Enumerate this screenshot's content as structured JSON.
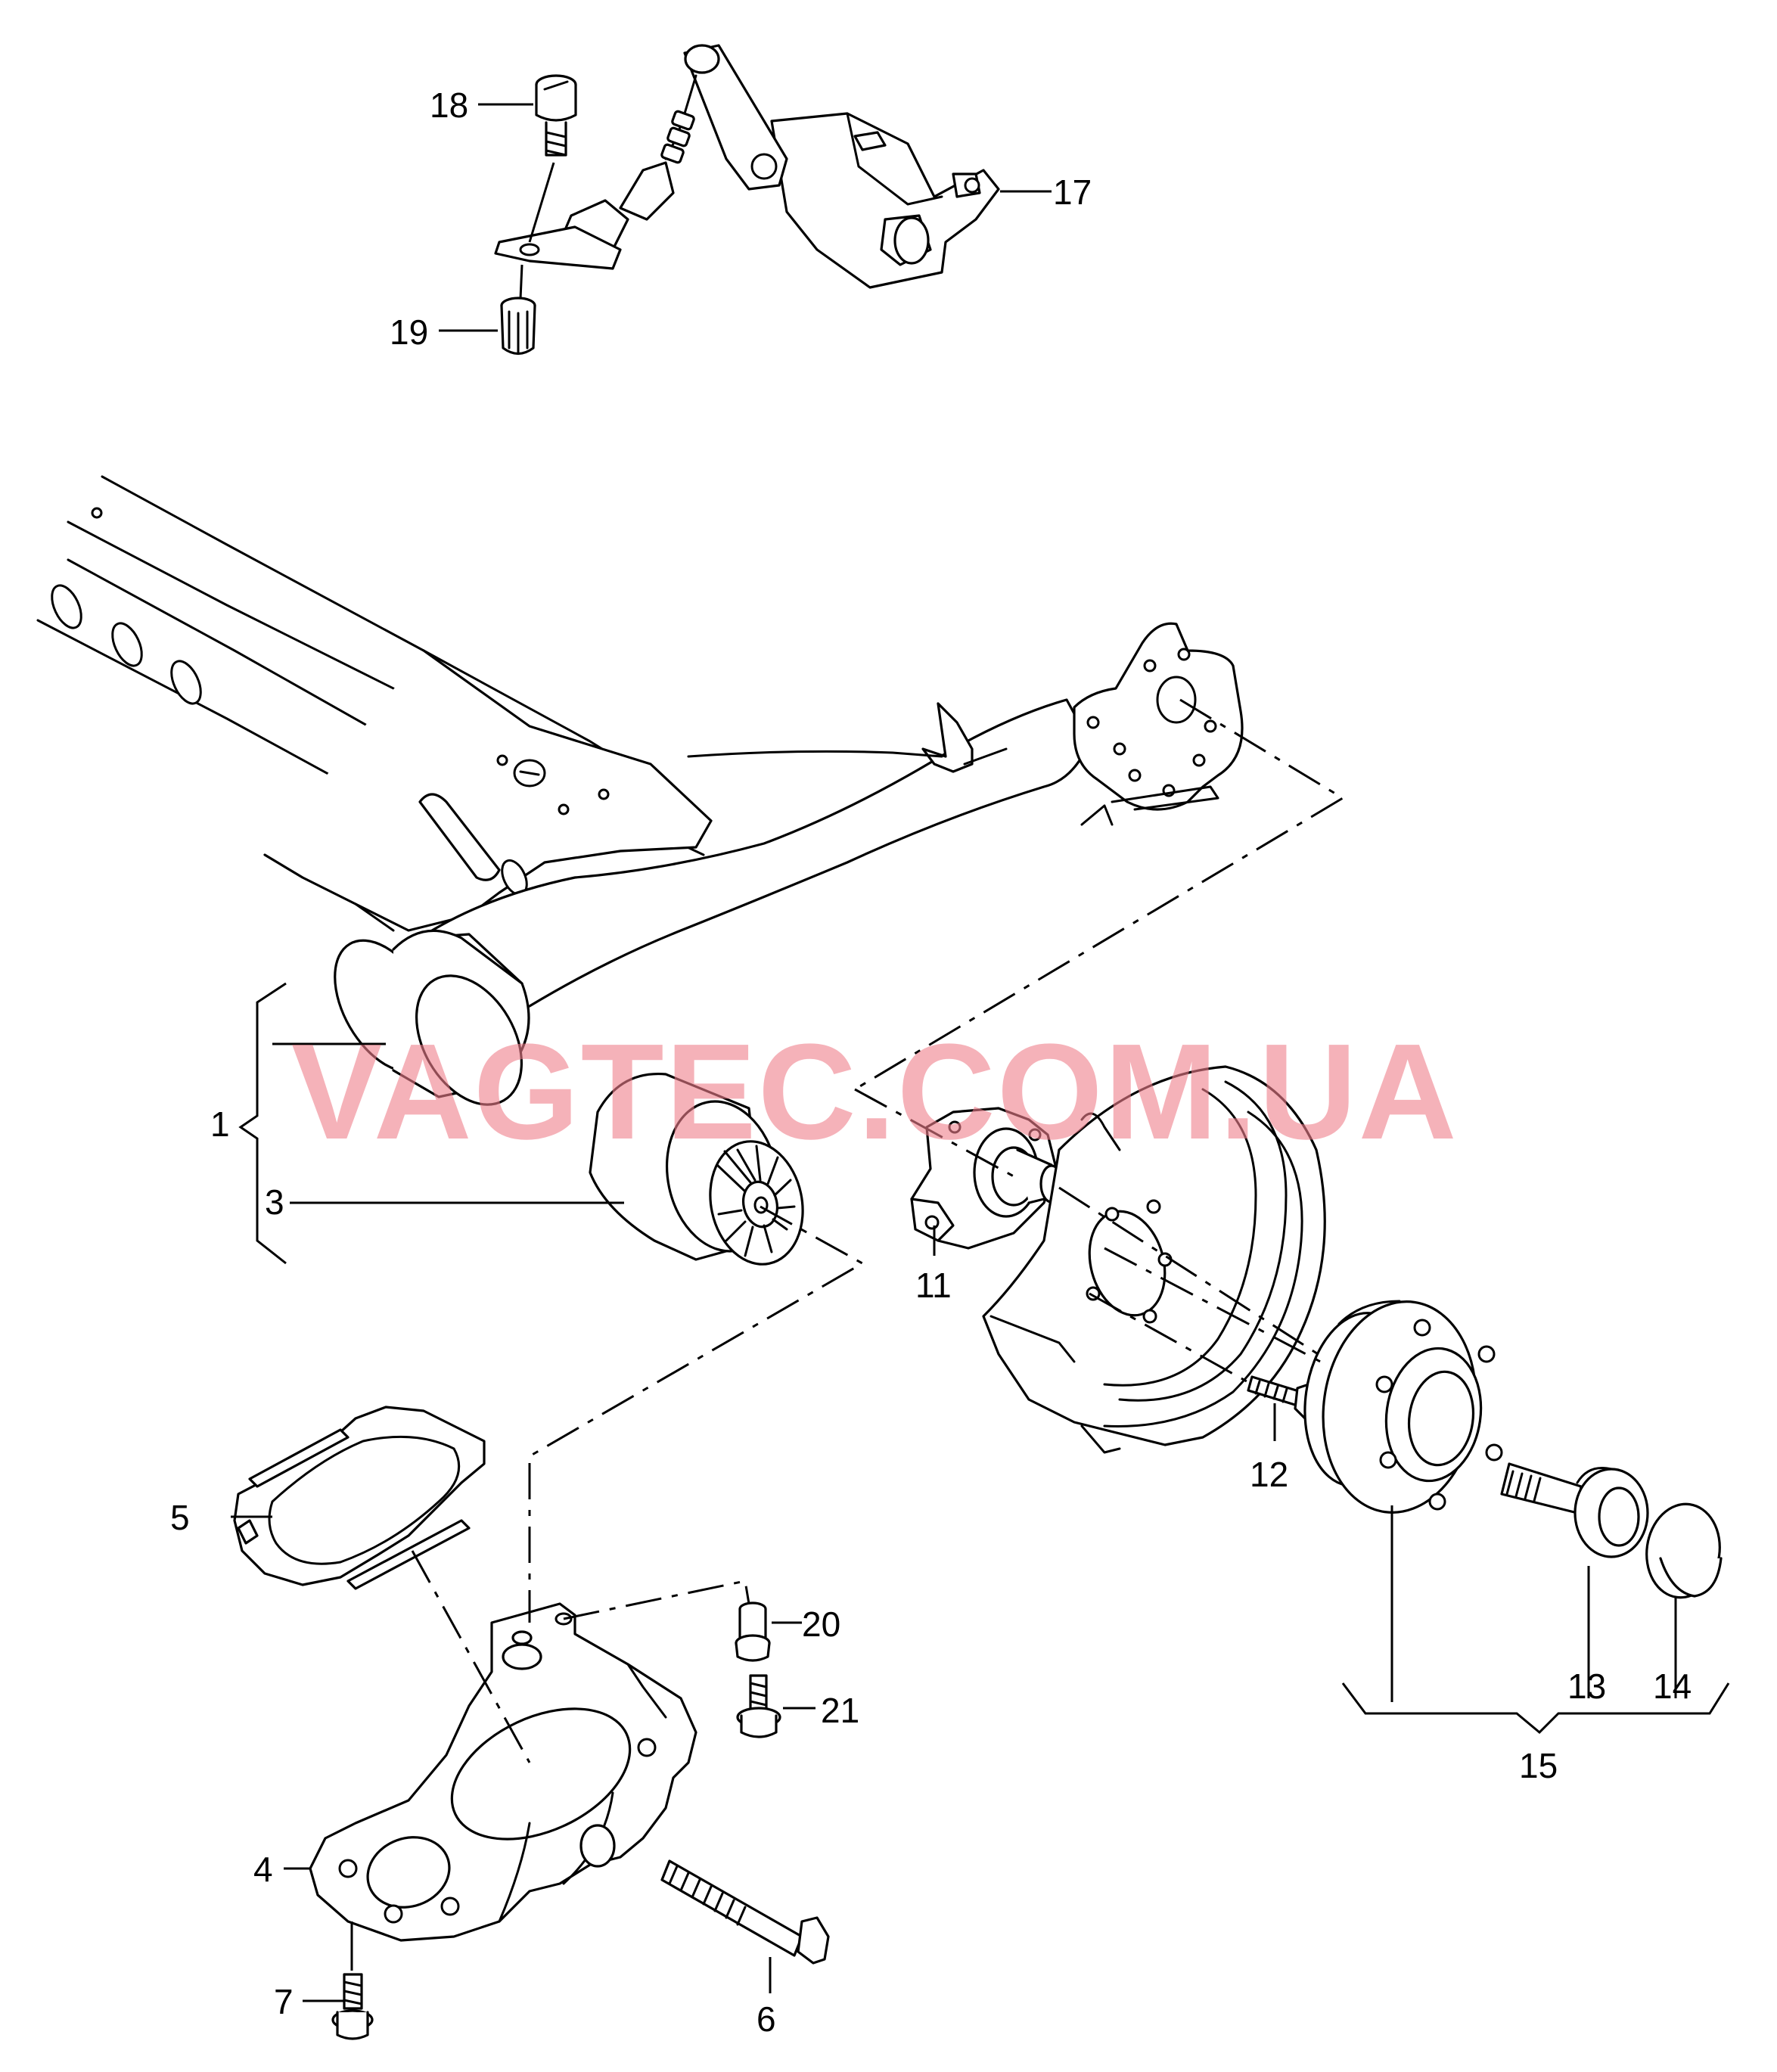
{
  "watermark": {
    "text": "VAGTEC.COM.UA",
    "color": "#f07f8c"
  },
  "callouts": {
    "c1": "1",
    "c3": "3",
    "c4": "4",
    "c5": "5",
    "c6": "6",
    "c7": "7",
    "c11": "11",
    "c12": "12",
    "c13": "13",
    "c14": "14",
    "c15": "15",
    "c17": "17",
    "c18": "18",
    "c19": "19",
    "c20": "20",
    "c21": "21"
  }
}
